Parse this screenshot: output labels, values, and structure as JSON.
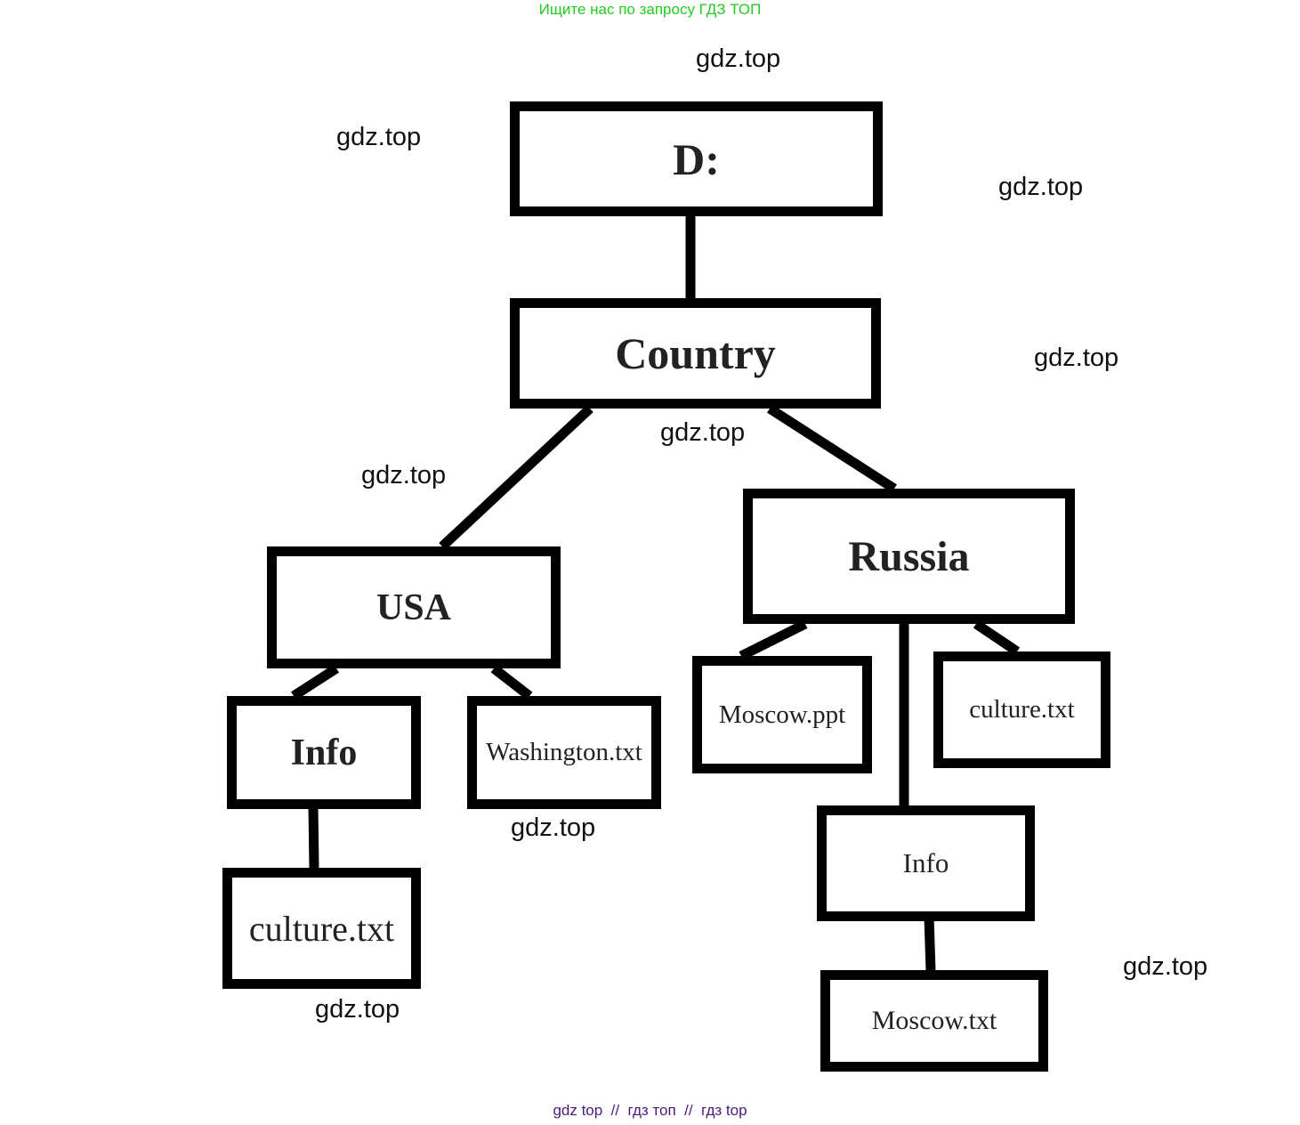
{
  "header_text": "Ищите нас по запросу ГДЗ ТОП",
  "footer_text": "gdz top  //  гдз топ  //  гдз top",
  "watermark": "gdz.top",
  "tree": {
    "root": "D:",
    "country": "Country",
    "usa": "USA",
    "russia": "Russia",
    "usa_info": "Info",
    "usa_washington": "Washington.txt",
    "usa_info_culture": "culture.txt",
    "russia_moscow_ppt": "Moscow.ppt",
    "russia_culture": "culture.txt",
    "russia_info": "Info",
    "russia_info_moscow": "Moscow.txt"
  }
}
